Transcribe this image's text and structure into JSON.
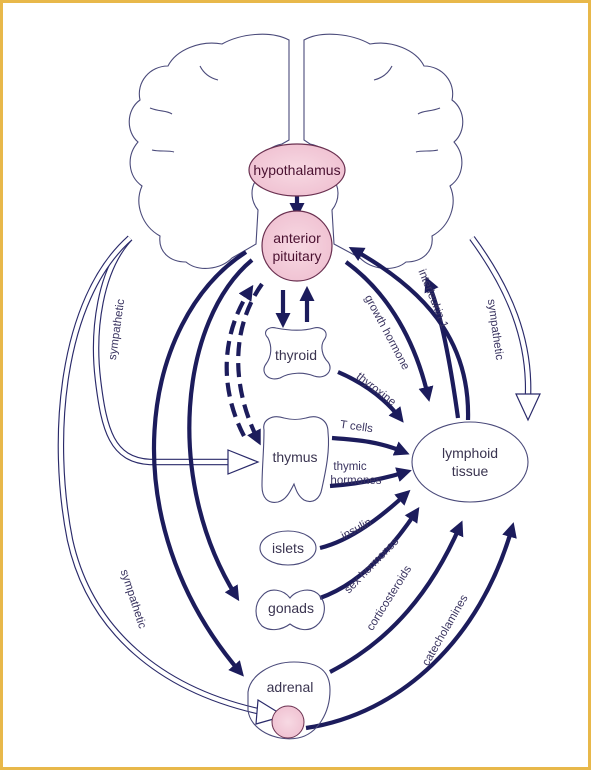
{
  "colors": {
    "frame": "#e8b84a",
    "arrow": "#1c1c5c",
    "outline": "#4a4a7a",
    "highlight_fill": "#f2c9d6",
    "label_text": "#3a3460"
  },
  "organs": {
    "hypothalamus": "hypothalamus",
    "anterior_pituitary_line1": "anterior",
    "anterior_pituitary_line2": "pituitary",
    "thyroid": "thyroid",
    "thymus": "thymus",
    "islets": "islets",
    "gonads": "gonads",
    "adrenal": "adrenal",
    "lymphoid_line1": "lymphoid",
    "lymphoid_line2": "tissue"
  },
  "arrow_labels": {
    "sympathetic_left_upper": "sympathetic",
    "sympathetic_left_lower": "sympathetic",
    "sympathetic_right": "sympathetic",
    "interleukin": "interleukin-1",
    "growth_hormone": "growth hormone",
    "thyroxine": "thyroxine",
    "t_cells": "T cells",
    "thymic_hormones_line1": "thymic",
    "thymic_hormones_line2": "hormones",
    "insulin": "insulin",
    "sex_hormones": "sex hormones",
    "corticosteroids": "corticosteroids",
    "catecholamines": "catecholamines"
  }
}
